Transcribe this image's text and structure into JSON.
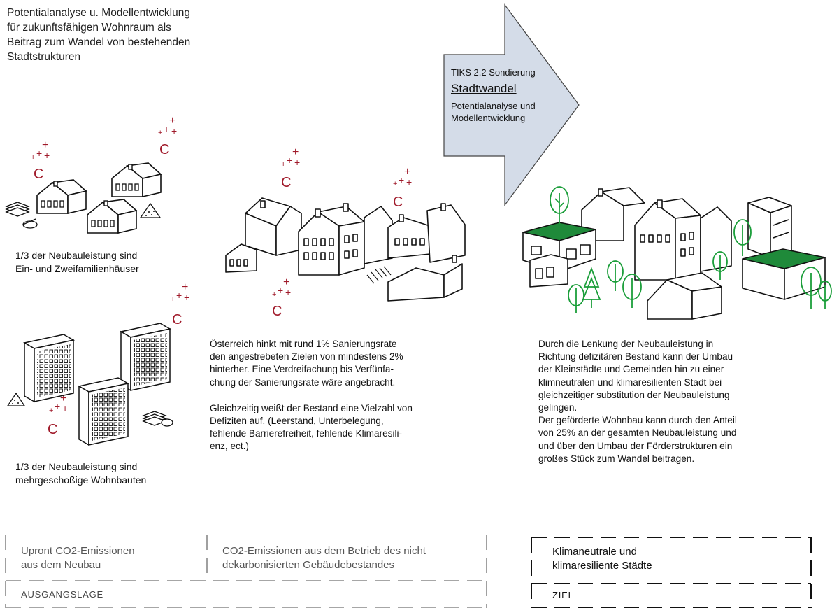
{
  "header": {
    "title_lines": [
      "Potentialanalyse u. Modellentwicklung",
      "für zukunftsfähigen Wohnraum als",
      "Beitrag zum Wandel von bestehenden",
      "Stadtstrukturen"
    ]
  },
  "arrow": {
    "line1": "TIKS 2.2 Sondierung",
    "title": "Stadtwandel",
    "lines": [
      "Potentialanalyse und",
      "Modellentwicklung"
    ]
  },
  "carbon_symbol": "C",
  "houses_caption": [
    "1/3 der Neubauleistung sind",
    "Ein- und Zweifamilienhäuser"
  ],
  "blocks_caption": [
    "1/3 der Neubauleistung sind",
    "mehrgeschoßige Wohnbauten"
  ],
  "middle_text": {
    "paragraph1": [
      "Österreich hinkt mit rund 1% Sanierungsrate",
      "den  angestrebeten Zielen von mindestens 2%",
      "hinterher. Eine Verdreifachung bis Verfünfa-",
      "chung der Sanierungsrate wäre angebracht."
    ],
    "paragraph2": [
      "Gleichzeitig weißt der Bestand eine Vielzahl von",
      "Defiziten auf. (Leerstand, Unterbelegung,",
      "fehlende Barrierefreiheit, fehlende Klimaresili-",
      "enz, ect.)"
    ]
  },
  "right_text": {
    "paragraph1": [
      "Durch die Lenkung der Neubauleistung in",
      "Richtung defizitären Bestand kann der Umbau",
      "der Kleinstädte und Gemeinden hin zu einer",
      "klimneutralen und klimaresilienten Stadt bei",
      "gleichzeitiger substitution der Neubauleistung",
      "gelingen."
    ],
    "paragraph2": [
      "Der geförderte Wohnbau kann durch den Anteil",
      "von 25% an der gesamten Neubauleistung und",
      "und über den Umbau der Förderstrukturen ein",
      "großes Stück zum Wandel beitragen."
    ]
  },
  "bottom": {
    "box1": [
      "Upront CO2-Emissionen",
      "aus dem Neubau"
    ],
    "box2": [
      "CO2-Emissionen aus dem Betrieb des nicht",
      "dekarbonisierten Gebäudebestandes"
    ],
    "label_left": "AUSGANGSLAGE",
    "box3": [
      "Klimaneutrale und",
      "klimaresiliente Städte"
    ],
    "label_right": "ZIEL"
  },
  "colors": {
    "carbon": "#a01a2a",
    "green": "#1b9e3a",
    "roof_green": "#1f8a3a",
    "dash_grey": "#888888",
    "dash_dark": "#111111"
  }
}
